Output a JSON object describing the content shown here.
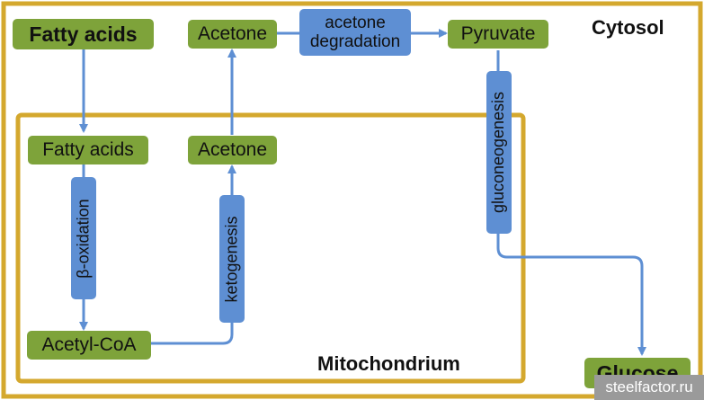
{
  "regions": {
    "cytosol": "Cytosol",
    "mitochondrion": "Mitochondrium"
  },
  "nodes": {
    "fatty_acids_cytosol": "Fatty acids",
    "fatty_acids_mito": "Fatty acids",
    "acetyl_coa": "Acetyl-CoA",
    "acetone_mito": "Acetone",
    "acetone_cytosol": "Acetone",
    "pyruvate": "Pyruvate",
    "glucose": "Glucose"
  },
  "processes": {
    "beta_oxidation": "β-oxidation",
    "ketogenesis": "ketogenesis",
    "acetone_degradation_line1": "acetone",
    "acetone_degradation_line2": "degradation",
    "gluconeogenesis": "gluconeogenesis"
  },
  "colors": {
    "node_green": "#7ea33a",
    "process_blue": "#5e8fd3",
    "border_gold": "#d4a82e",
    "arrow_blue": "#5e8fd3"
  },
  "watermark": "steelfactor.ru"
}
